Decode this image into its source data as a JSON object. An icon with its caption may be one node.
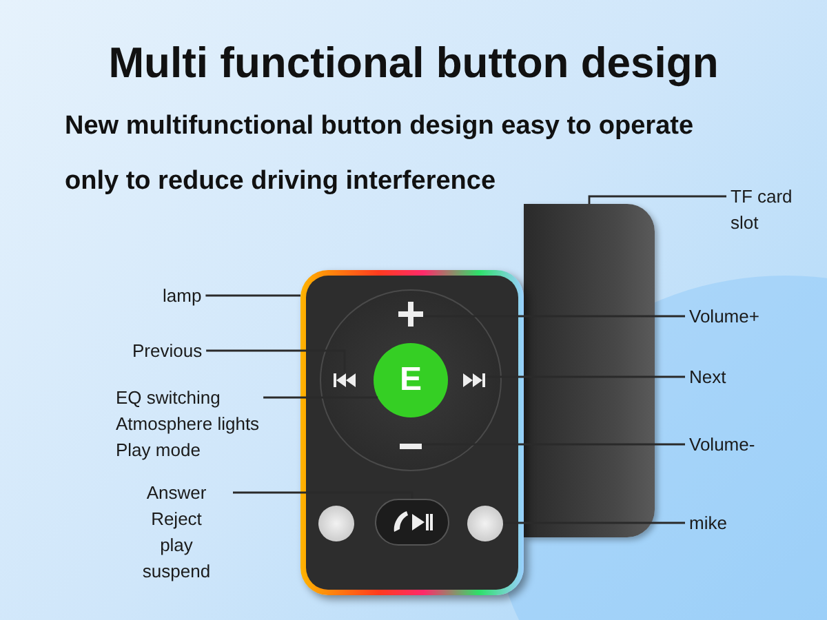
{
  "diagram": {
    "title": "Multi functional button design",
    "nodes": [
      {
        "text": [
          "TF card slot"
        ]
      },
      {
        "text": [
          "lamp"
        ]
      },
      {
        "text": [
          "Previous"
        ]
      },
      {
        "text": [
          "EQ switching",
          "Atmosphere lights",
          "Play mode"
        ]
      },
      {
        "text": [
          "Volume+"
        ]
      },
      {
        "text": [
          "Next"
        ]
      },
      {
        "text": [
          "Volume-"
        ]
      },
      {
        "text": [
          "mike"
        ]
      },
      {
        "text": [
          "Answer",
          "Reject",
          "play",
          "suspend"
        ]
      },
      {
        "text": [],
        "shape": "box"
      },
      {
        "text": [],
        "shape": "box"
      },
      {
        "text": [],
        "shape": "picture",
        "in": 10
      },
      {
        "text": [
          "E"
        ],
        "in": 10
      },
      {
        "text": [],
        "shape": "picture",
        "in": 10
      },
      {
        "text": [],
        "shape": "picture",
        "in": 10
      },
      {
        "text": [],
        "shape": "picture",
        "in": 10
      },
      {
        "text": [],
        "shape": "circle",
        "in": 10
      },
      {
        "text": [],
        "shape": "box",
        "in": 10
      },
      {
        "text": [],
        "shape": "circle",
        "in": 10
      }
    ],
    "edges": [
      {
        "from": 0,
        "to": 9,
        "arrow": "none"
      },
      {
        "from": 1,
        "to": 10,
        "arrow": "none"
      },
      {
        "from": 2,
        "to": 11,
        "arrow": "none"
      },
      {
        "from": 3,
        "to": 12,
        "arrow": "none"
      },
      {
        "from": 4,
        "to": 13,
        "arrow": "none"
      },
      {
        "from": 5,
        "to": 14,
        "arrow": "none"
      },
      {
        "from": 6,
        "to": 15,
        "arrow": "none"
      },
      {
        "from": 7,
        "to": 18,
        "arrow": "none"
      },
      {
        "from": 8,
        "to": 17,
        "arrow": "none"
      }
    ],
    "labels": [
      "New multifunctional button design easy to operate only to reduce driving interference"
    ]
  }
}
